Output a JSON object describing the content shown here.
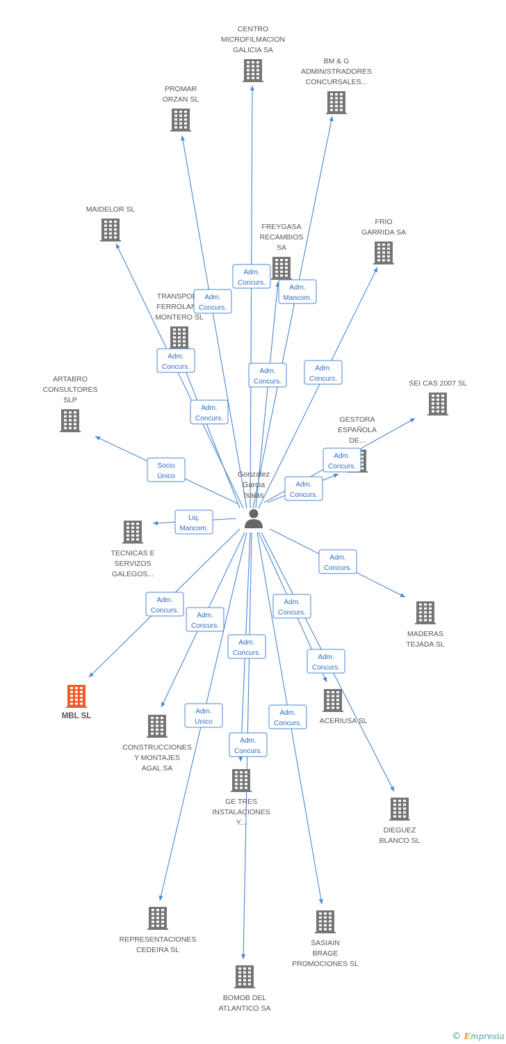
{
  "colors": {
    "edge": "#4a86d4",
    "building": "#757575",
    "building_highlight": "#f05a28",
    "person": "#666666",
    "label": "#555555",
    "role_text": "#2f6cc0",
    "brand": "#4aa0a8"
  },
  "person": {
    "id": "person",
    "icon": "person-icon",
    "lines": [
      "Gonzalez",
      "Garcia",
      "Isaias"
    ]
  },
  "companies": [
    {
      "id": "centro",
      "lines": [
        "CENTRO",
        "MICROFILMACION",
        "GALICIA SA"
      ],
      "icon": "building-icon"
    },
    {
      "id": "bmg",
      "lines": [
        "BM & G",
        "ADMINISTRADORES",
        "CONCURSALES..."
      ],
      "icon": "building-icon"
    },
    {
      "id": "promar",
      "lines": [
        "PROMAR",
        "ORZAN SL"
      ],
      "icon": "building-icon"
    },
    {
      "id": "maidelor",
      "lines": [
        "MAIDELOR SL"
      ],
      "icon": "building-icon"
    },
    {
      "id": "freygasa",
      "lines": [
        "FREYGASA",
        "RECAMBIOS",
        "SA"
      ],
      "icon": "building-icon"
    },
    {
      "id": "frio",
      "lines": [
        "FRIO",
        "GARRIDA SA"
      ],
      "icon": "building-icon"
    },
    {
      "id": "transport",
      "lines": [
        "TRANSPORT",
        "FERROLANO",
        "MONTERO SL"
      ],
      "icon": "building-icon"
    },
    {
      "id": "artabro",
      "lines": [
        "ARTABRO",
        "CONSULTORES",
        "SLP"
      ],
      "icon": "building-icon"
    },
    {
      "id": "seicas",
      "lines": [
        "SEI CAS 2007 SL"
      ],
      "icon": "building-icon"
    },
    {
      "id": "gestora",
      "lines": [
        "GESTORA",
        "ESPAÑOLA",
        "DE..."
      ],
      "icon": "building-icon"
    },
    {
      "id": "tecnicas",
      "lines": [
        "TECNICAS E",
        "SERVIZOS",
        "GALEGOS..."
      ],
      "icon": "building-icon"
    },
    {
      "id": "maderas",
      "lines": [
        "MADERAS",
        "TEJADA SL"
      ],
      "icon": "building-icon"
    },
    {
      "id": "mbl",
      "lines": [
        "MBL SL"
      ],
      "icon": "building-icon",
      "highlight": true
    },
    {
      "id": "aceriusa",
      "lines": [
        "ACERIUSA SL"
      ],
      "icon": "building-icon"
    },
    {
      "id": "construcciones",
      "lines": [
        "CONSTRUCCIONES",
        "Y MONTAJES",
        "AGAL SA"
      ],
      "icon": "building-icon"
    },
    {
      "id": "getres",
      "lines": [
        "GE TRES",
        "INSTALACIONES",
        "Y..."
      ],
      "icon": "building-icon"
    },
    {
      "id": "dieguez",
      "lines": [
        "DIEGUEZ",
        "BLANCO SL"
      ],
      "icon": "building-icon"
    },
    {
      "id": "representaciones",
      "lines": [
        "REPRESENTACIONES",
        "CEDEIRA SL"
      ],
      "icon": "building-icon"
    },
    {
      "id": "sasiain",
      "lines": [
        "SASIAIN",
        "BRAGE",
        "PROMOCIONES SL"
      ],
      "icon": "building-icon"
    },
    {
      "id": "bomob",
      "lines": [
        "BOMOB DEL",
        "ATLANTICO SA"
      ],
      "icon": "building-icon"
    }
  ],
  "relations": [
    {
      "to": "centro",
      "role": [
        "Adm.",
        "Concurs."
      ]
    },
    {
      "to": "bmg",
      "role": [
        "Adm.",
        "Mancom."
      ]
    },
    {
      "to": "promar",
      "role": [
        "Adm.",
        "Concurs."
      ]
    },
    {
      "to": "maidelor",
      "role": [
        "Adm.",
        "Concurs."
      ]
    },
    {
      "to": "freygasa",
      "role": [
        "Adm.",
        "Concurs."
      ]
    },
    {
      "to": "frio",
      "role": [
        "Adm.",
        "Concurs."
      ]
    },
    {
      "to": "transport",
      "role": [
        "Adm.",
        "Concurs."
      ]
    },
    {
      "to": "artabro",
      "role": [
        "Socio",
        "Único"
      ]
    },
    {
      "to": "seicas",
      "role": [
        "Adm.",
        "Concurs."
      ]
    },
    {
      "to": "gestora",
      "role": [
        "Adm.",
        "Concurs."
      ]
    },
    {
      "to": "tecnicas",
      "role": [
        "Liq.",
        "Mancom."
      ]
    },
    {
      "to": "maderas",
      "role": [
        "Adm.",
        "Concurs."
      ]
    },
    {
      "to": "mbl",
      "role": [
        "Adm.",
        "Concurs."
      ]
    },
    {
      "to": "aceriusa",
      "role": [
        "Adm.",
        "Concurs."
      ]
    },
    {
      "to": "construcciones",
      "role": [
        "Adm.",
        "Concurs."
      ]
    },
    {
      "to": "getres",
      "role": [
        "Adm.",
        "Concurs."
      ]
    },
    {
      "to": "dieguez",
      "role": [
        "Adm.",
        "Concurs."
      ]
    },
    {
      "to": "representaciones",
      "role": [
        "Adm.",
        "Unico"
      ]
    },
    {
      "to": "sasiain",
      "role": [
        "Adm.",
        "Concurs."
      ]
    },
    {
      "to": "bomob",
      "role": [
        "Adm.",
        "Concurs."
      ]
    }
  ],
  "footer": {
    "copyright": "©",
    "brand_initial": "E",
    "brand_rest": "mpresia"
  }
}
